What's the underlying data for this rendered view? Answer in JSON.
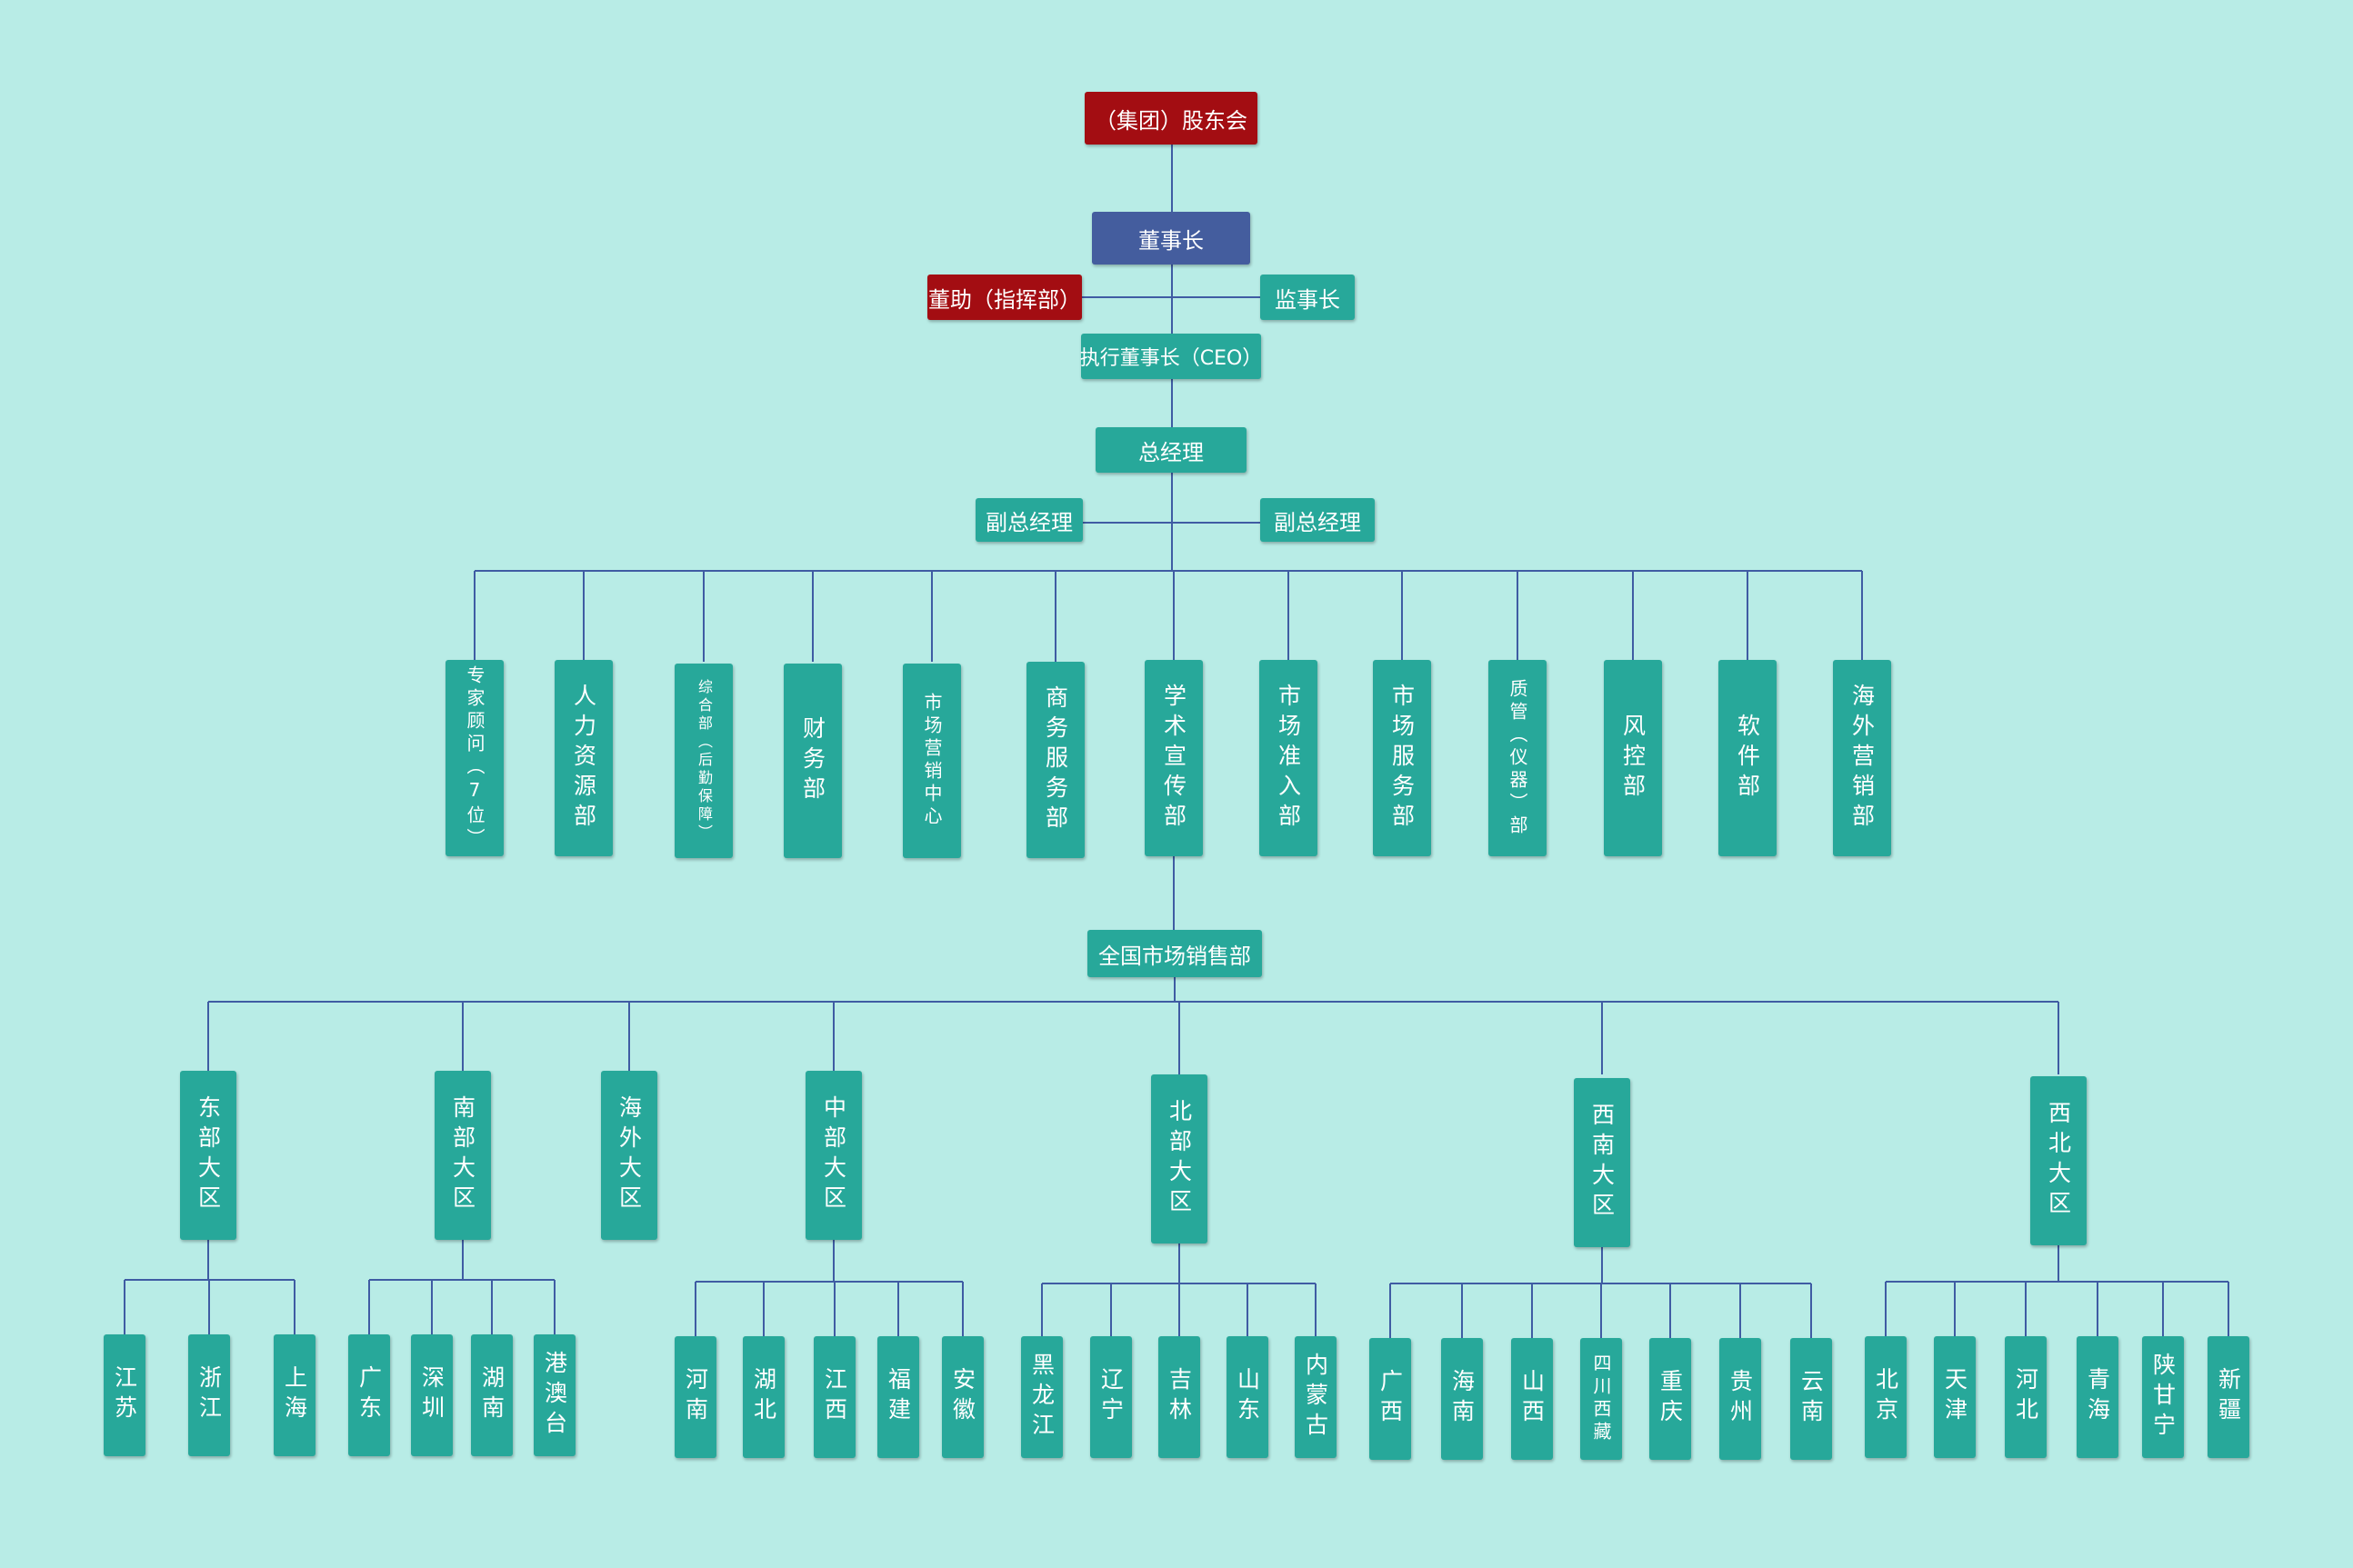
{
  "colors": {
    "background": "#b8ece6",
    "node_teal": "#27a89a",
    "node_red": "#a30d12",
    "node_blue": "#445d9e",
    "line": "#3f5ca3"
  },
  "top": {
    "shareholders": "（集团）股东会",
    "chairman": "董事长",
    "assistant": "董助（指挥部）",
    "supervisor": "监事长",
    "ceo": "执行董事长（CEO）",
    "gm": "总经理",
    "deputy_left": "副总经理",
    "deputy_right": "副总经理"
  },
  "departments": [
    "专家顾问（7位）",
    "人力资源部",
    "综合部（后勤保障）",
    "财务部",
    "市场营销中心",
    "商务服务部",
    "学术宣传部",
    "市场准入部",
    "市场服务部",
    "质管（仪器）部",
    "风控部",
    "软件部",
    "海外营销部"
  ],
  "sales": {
    "title": "全国市场销售部",
    "regions": [
      {
        "name": "东部大区",
        "provinces": [
          "江苏",
          "浙江",
          "上海"
        ]
      },
      {
        "name": "南部大区",
        "provinces": [
          "广东",
          "深圳",
          "湖南",
          "港澳台"
        ]
      },
      {
        "name": "海外大区",
        "provinces": []
      },
      {
        "name": "中部大区",
        "provinces": [
          "河南",
          "湖北",
          "江西",
          "福建",
          "安徽"
        ]
      },
      {
        "name": "北部大区",
        "provinces": [
          "黑龙江",
          "辽宁",
          "吉林",
          "山东",
          "内蒙古"
        ]
      },
      {
        "name": "西南大区",
        "provinces": [
          "广西",
          "海南",
          "山西",
          "四川西藏",
          "重庆",
          "贵州",
          "云南"
        ]
      },
      {
        "name": "西北大区",
        "provinces": [
          "北京",
          "天津",
          "河北",
          "青海",
          "陕甘宁",
          "新疆"
        ]
      }
    ]
  }
}
